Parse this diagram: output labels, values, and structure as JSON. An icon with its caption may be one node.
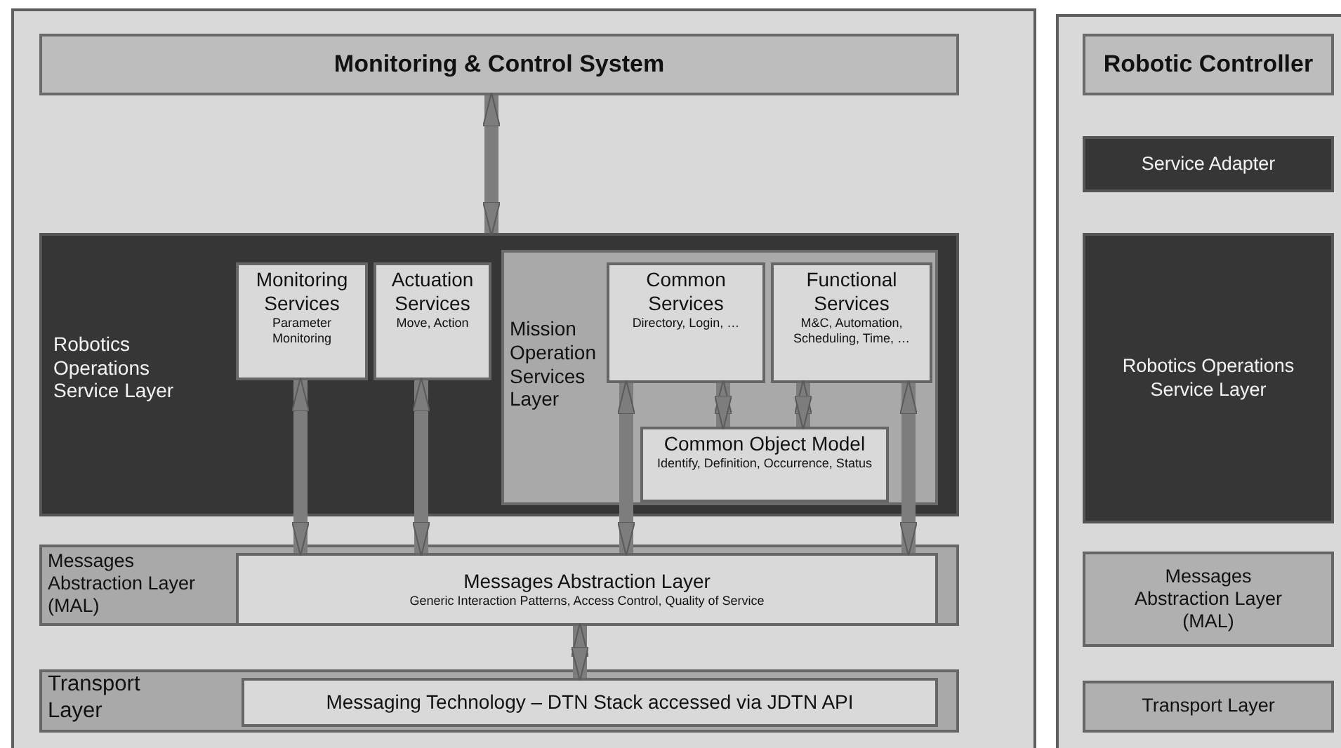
{
  "diagram": {
    "nodes": [
      {
        "text": [],
        "shape": "box"
      },
      {
        "text": [
          "Monitoring & Control System"
        ],
        "in": 0
      },
      {
        "text": [
          "Robotics Operations Service Layer"
        ],
        "in": 0
      },
      {
        "text": [
          "Monitoring Services",
          "Parameter Monitoring"
        ],
        "in": 2
      },
      {
        "text": [
          "Actuation Services",
          "Move, Action"
        ],
        "in": 2
      },
      {
        "text": [
          "Mission Operation Services Layer"
        ],
        "in": 2
      },
      {
        "text": [
          "Common Services",
          "Directory, Login, …"
        ],
        "in": 5
      },
      {
        "text": [
          "Functional Services",
          "M&C, Automation, Scheduling, Time, …"
        ],
        "in": 5
      },
      {
        "text": [
          "Common Object Model",
          "Identify, Definition, Occurrence, Status"
        ],
        "in": 5
      },
      {
        "text": [
          "Messages Abstraction Layer (MAL)"
        ],
        "in": 0
      },
      {
        "text": [
          "Messages Abstraction Layer",
          "Generic Interaction Patterns, Access Control, Quality of Service"
        ],
        "in": 9
      },
      {
        "text": [
          "Transport Layer"
        ],
        "in": 0
      },
      {
        "text": [
          "Messaging Technology – DTN Stack accessed via JDTN API"
        ],
        "in": 11
      },
      {
        "text": [],
        "shape": "box"
      },
      {
        "text": [
          "Robotic Controller"
        ],
        "in": 13
      },
      {
        "text": [
          "Service Adapter"
        ],
        "in": 13
      },
      {
        "text": [
          "Robotics Operations Service Layer"
        ],
        "in": 13
      },
      {
        "text": [
          "Messages Abstraction Layer (MAL)"
        ],
        "in": 13
      },
      {
        "text": [
          "Transport Layer"
        ],
        "in": 13
      }
    ],
    "edges": [
      {
        "from": 1,
        "to": 2,
        "arrow": "both"
      },
      {
        "from": 3,
        "to": 10,
        "arrow": "both"
      },
      {
        "from": 4,
        "to": 10,
        "arrow": "both"
      },
      {
        "from": 6,
        "to": 10,
        "arrow": "both"
      },
      {
        "from": 6,
        "to": 8,
        "arrow": "both"
      },
      {
        "from": 7,
        "to": 8,
        "arrow": "both"
      },
      {
        "from": 7,
        "to": 10,
        "arrow": "both"
      },
      {
        "from": 10,
        "to": 12,
        "arrow": "both"
      }
    ]
  }
}
